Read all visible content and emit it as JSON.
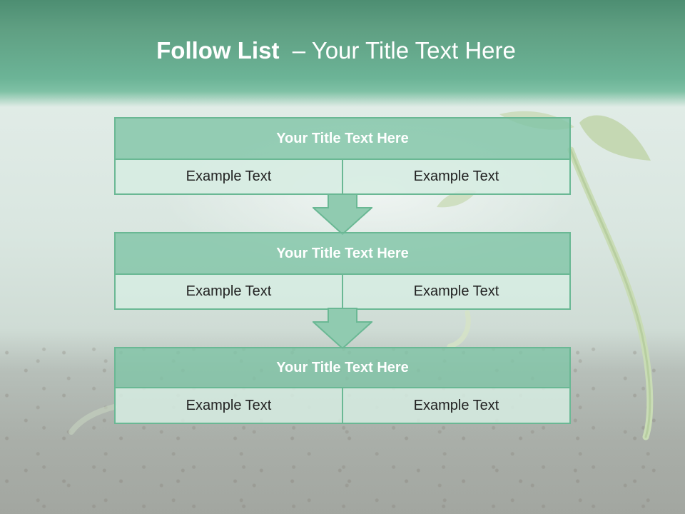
{
  "title": {
    "bold": "Follow List",
    "rest": "  – Your Title Text Here"
  },
  "blocks": [
    {
      "heading": "Your Title Text Here",
      "left": "Example Text",
      "right": "Example Text"
    },
    {
      "heading": "Your Title Text Here",
      "left": "Example Text",
      "right": "Example Text"
    },
    {
      "heading": "Your Title Text Here",
      "left": "Example Text",
      "right": "Example Text"
    }
  ],
  "colors": {
    "header": "#5f9f82",
    "block_border": "#6ab894",
    "block_title_bg": "#7fc4a6",
    "cell_bg": "#d6ece2"
  },
  "icons": {
    "arrow": "down-arrow-icon",
    "background": "seedling-photo"
  }
}
